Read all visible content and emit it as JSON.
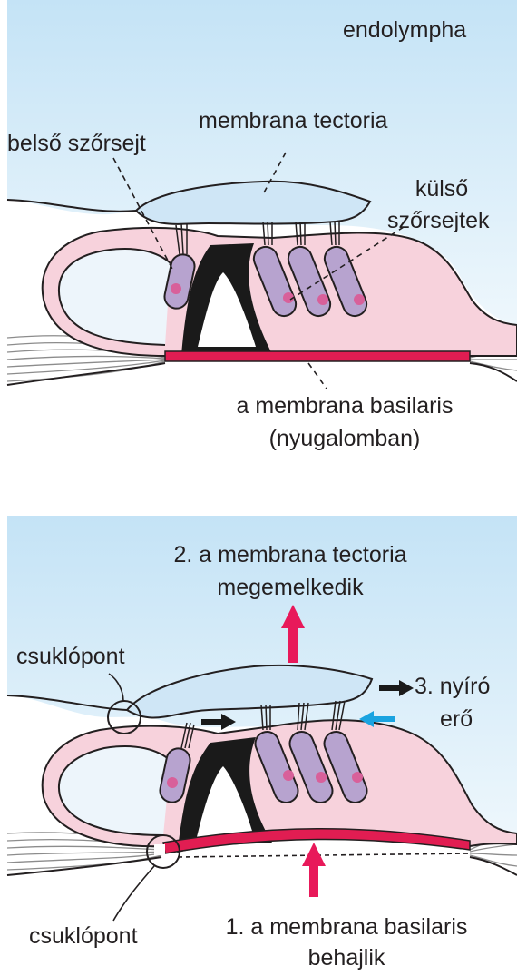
{
  "colors": {
    "endolymph_bg": "#cfe8f7",
    "tectorial_membrane": "#cfe6f6",
    "organ_of_corti": "#f7d2dc",
    "hair_cell": "#b7a3cf",
    "hair_cell_nucleus": "#d8609a",
    "basilar_membrane": "#e11d52",
    "support_cells": "#1a1a1a",
    "force_arrow": "#e8195a",
    "shear_arrow_black": "#1a1a1a",
    "shear_arrow_blue": "#1aa3e0"
  },
  "top_panel": {
    "endolympha": "endolympha",
    "membrana_tectoria": "membrana tectoria",
    "belso_szorsejt": "belső szőrsejt",
    "kulso_line1": "külső",
    "kulso_line2": "szőrsejtek",
    "basilaris_line1": "a membrana basilaris",
    "basilaris_line2": "(nyugalomban)"
  },
  "bottom_panel": {
    "tectoria_line1": "2. a membrana tectoria",
    "tectoria_line2": "megemelkedik",
    "csuklopont_top": "csuklópont",
    "nyiro_line1": "3. nyíró",
    "nyiro_line2": "erő",
    "csuklopont_bottom": "csuklópont",
    "basilaris_line1": "1. a membrana basilaris",
    "basilaris_line2": "behajlik"
  },
  "icons": [
    "up-arrow-icon",
    "right-arrow-icon",
    "left-arrow-icon",
    "hinge-circle-icon"
  ]
}
